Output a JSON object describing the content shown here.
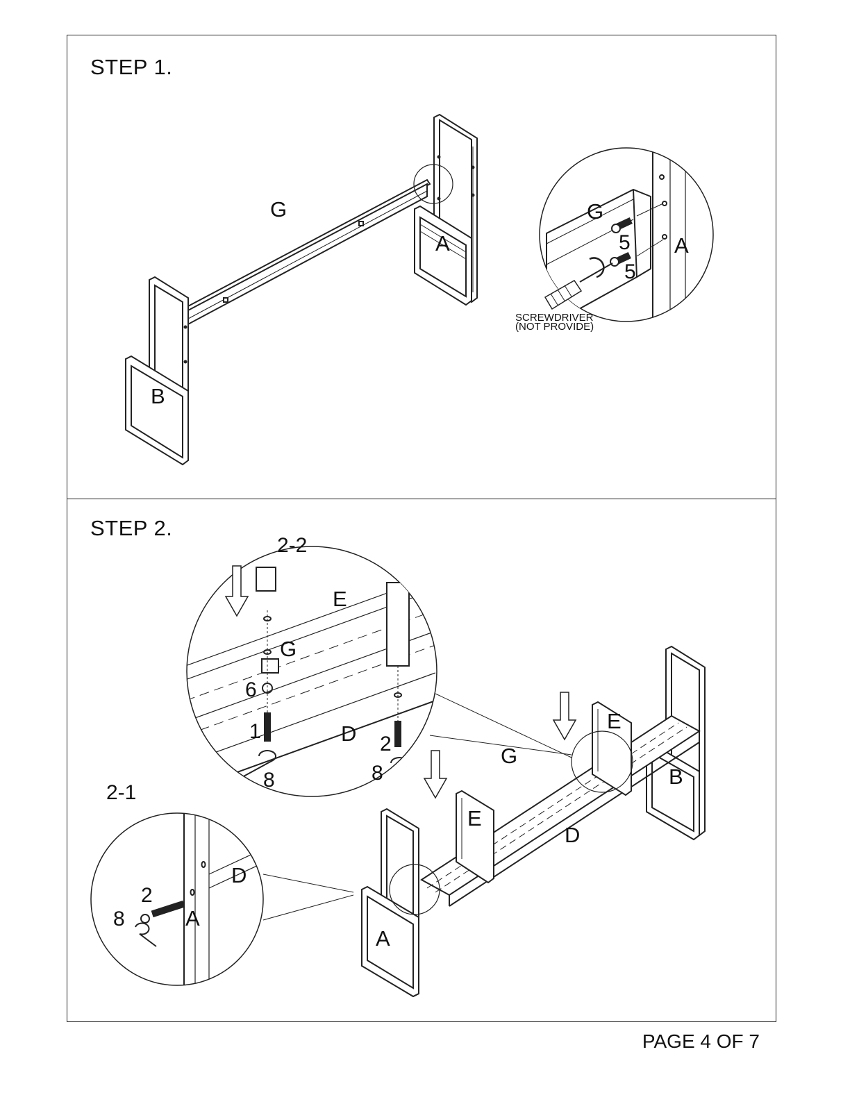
{
  "step1": {
    "title": "STEP 1.",
    "part_labels": {
      "G": "G",
      "A": "A",
      "B": "B"
    },
    "detail": {
      "G": "G",
      "A": "A",
      "screw_qty_1": "5",
      "screw_qty_2": "5",
      "tool_line1": "SCREWDRIVER",
      "tool_line2": "(NOT PROVIDE)"
    }
  },
  "step2": {
    "title": "STEP 2.",
    "part_labels": {
      "E1": "E",
      "E2": "E",
      "G": "G",
      "D": "D",
      "A": "A",
      "B": "B"
    },
    "detail_2_2": {
      "label": "2-2",
      "E": "E",
      "G": "G",
      "D": "D",
      "washer_no": "6",
      "bolt1_no": "1",
      "bolt2_no": "2",
      "key1_no": "8",
      "key2_no": "8"
    },
    "detail_2_1": {
      "label": "2-1",
      "bolt_no": "2",
      "key_no": "8",
      "A": "A",
      "D": "D"
    }
  },
  "footer": {
    "page": "PAGE 4 OF 7"
  }
}
